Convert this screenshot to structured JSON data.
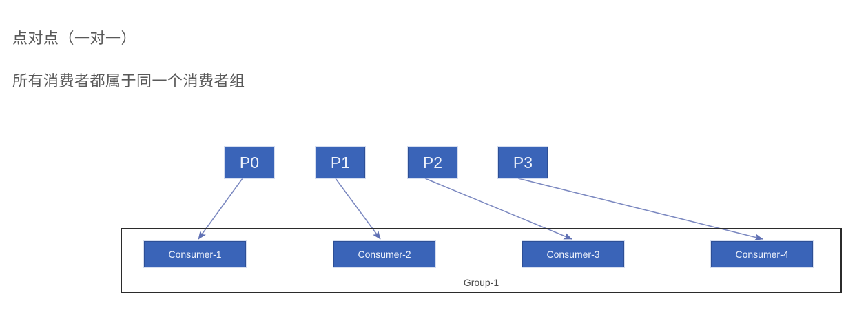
{
  "headings": {
    "line1": "点对点（一对一）",
    "line2": "所有消费者都属于同一个消费者组"
  },
  "diagram": {
    "type": "kafka-consumer-group-flow",
    "partitions": [
      {
        "label": "P0"
      },
      {
        "label": "P1"
      },
      {
        "label": "P2"
      },
      {
        "label": "P3"
      }
    ],
    "consumers": [
      {
        "label": "Consumer-1"
      },
      {
        "label": "Consumer-2"
      },
      {
        "label": "Consumer-3"
      },
      {
        "label": "Consumer-4"
      }
    ],
    "group": {
      "label": "Group-1"
    },
    "connections": [
      {
        "from": "P0",
        "to": "Consumer-1"
      },
      {
        "from": "P1",
        "to": "Consumer-2"
      },
      {
        "from": "P2",
        "to": "Consumer-3"
      },
      {
        "from": "P3",
        "to": "Consumer-4"
      }
    ],
    "colors": {
      "node_fill": "#3a64b8",
      "node_border": "#2d4f96",
      "node_text": "#eef2fb",
      "arrow": "#7b88c0",
      "group_border": "#2b2b2b",
      "heading_text": "#595959",
      "group_label_text": "#4a4a4a"
    }
  }
}
